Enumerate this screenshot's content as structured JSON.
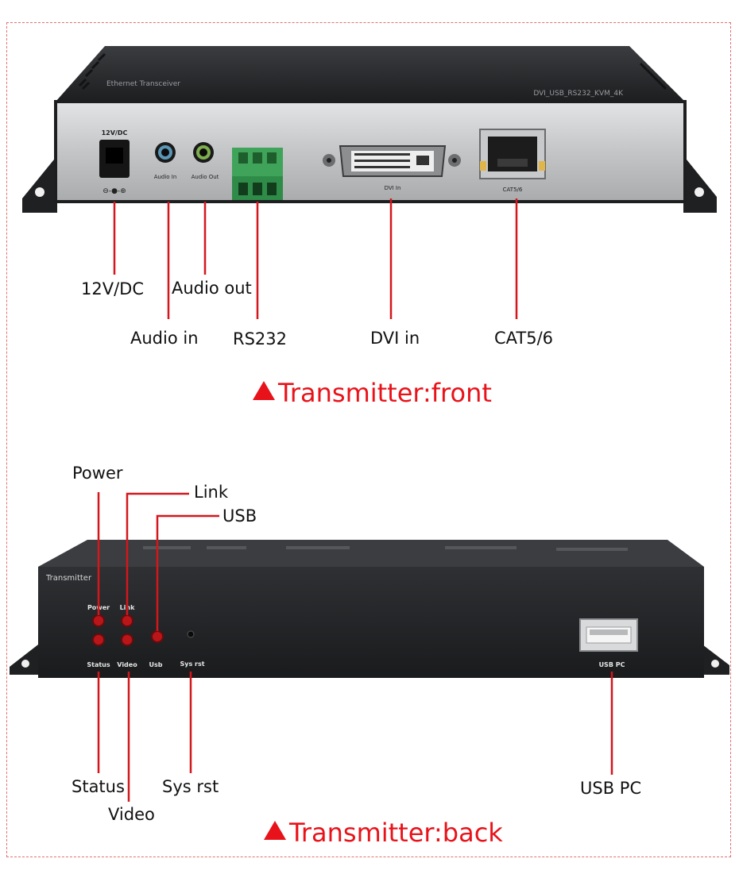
{
  "front": {
    "title": "Transmitter:front",
    "device": {
      "top_left_text": "Ethernet Transceiver",
      "top_right_text": "DVI_USB_RS232_KVM_4K",
      "port_power": "12V/DC",
      "port_audio_in": "Audio In",
      "port_audio_out": "Audio Out",
      "port_dvi": "DVI In",
      "port_cat": "CAT5/6"
    },
    "callouts": {
      "power": "12V/DC",
      "audio_out": "Audio out",
      "audio_in": "Audio in",
      "rs232": "RS232",
      "dvi": "DVI in",
      "cat": "CAT5/6"
    }
  },
  "back": {
    "title": "Transmitter:back",
    "device": {
      "panel_label": "Transmitter",
      "led_power": "Power",
      "led_link": "Link",
      "led_status": "Status",
      "led_video": "Video",
      "led_usb": "Usb",
      "sys_rst": "Sys rst",
      "usb_pc": "USB PC"
    },
    "callouts": {
      "power": "Power",
      "link": "Link",
      "usb": "USB",
      "status": "Status",
      "video": "Video",
      "sys_rst": "Sys rst",
      "usb_pc": "USB PC"
    }
  },
  "colors": {
    "accent": "#e8131a",
    "callout_line": "#d4171c",
    "chassis": "#2b2d30",
    "panel": "#c9cbcd"
  }
}
